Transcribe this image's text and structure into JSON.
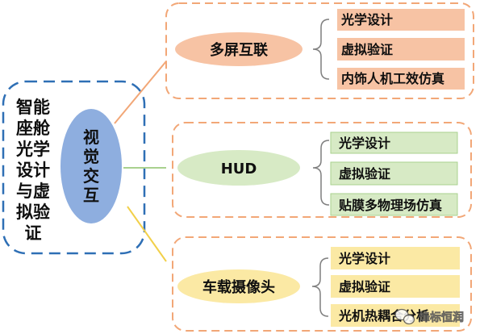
{
  "root": {
    "label_lines": [
      "智能",
      "座舱",
      "光学",
      "设计",
      "与虚",
      "拟验",
      "证"
    ],
    "hub_lines": [
      "视",
      "觉",
      "交",
      "互"
    ]
  },
  "branches": [
    {
      "name": "多屏互联",
      "leaves": [
        "光学设计",
        "虚拟验证",
        "内饰人机工效仿真"
      ]
    },
    {
      "name": "HUD",
      "leaves": [
        "光学设计",
        "虚拟验证",
        "贴膜多物理场仿真"
      ]
    },
    {
      "name": "车载摄像头",
      "leaves": [
        "光学设计",
        "虚拟验证",
        "光机热耦合分析"
      ]
    }
  ],
  "watermark": "烽标恒润",
  "colors": {
    "root_border": "#2e6fb5",
    "hub_fill": "#8eaedf",
    "orange_border": "#f2a777",
    "orange_fill": "#f7c3a4",
    "green_border": "#a9d18e",
    "green_fill": "#d7eac5",
    "yellow_border": "#f2d04a",
    "yellow_fill": "#fbe9a4",
    "bracket": "#7f7f7f"
  }
}
